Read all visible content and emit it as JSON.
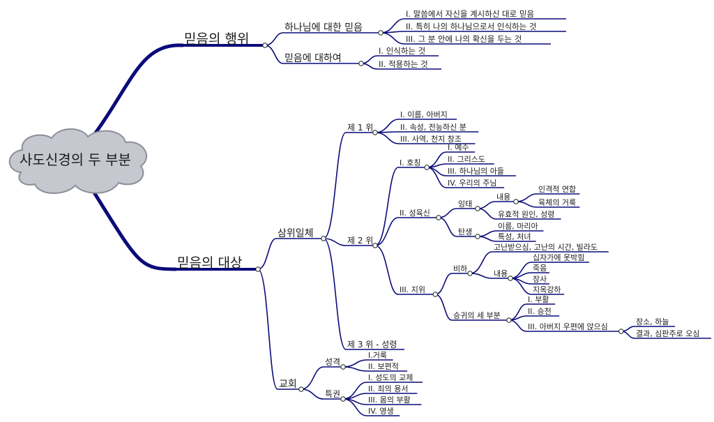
{
  "mindmap": {
    "root": "사도신경의 두 부분",
    "colors": {
      "branch": "#0a0a7a",
      "cloud_fill": "#c6c8d0",
      "cloud_stroke": "#8c8e98",
      "text": "#1a1a1a",
      "knot": "#ffffff"
    },
    "nodes": {
      "act": "믿음의 행위",
      "act_god": "하나님에 대한 믿음",
      "act_god_1": "I. 말씀에서 자신을 계시하신 대로 믿음",
      "act_god_2": "II. 특히 나의 하나님으로서 인식하는 것",
      "act_god_3": "III. 그 분 안에 나의 확신을 두는 것",
      "act_about": "믿음에 대하여",
      "act_about_1": "I. 인식하는 것",
      "act_about_2": "II. 적용하는 것",
      "obj": "믿음의 대상",
      "trinity": "삼위일체",
      "p1": "제 1 위",
      "p1_1": "I. 이름, 아버지",
      "p1_2": "II. 속성, 전능하신 분",
      "p1_3": "III. 사역, 천지 창조",
      "p2": "제 2 위",
      "title": "I. 호칭",
      "title_1": "I. 예수",
      "title_2": "II. 그리스도",
      "title_3": "III. 하나님의 아들",
      "title_4": "IV. 우리의 주님",
      "incarn": "II. 성육신",
      "concept": "잉태",
      "content_a": "내용",
      "content_a_1": "인격적 연합",
      "content_a_2": "육체의 거룩",
      "efficient": "유효적 원인, 성령",
      "birth": "탄생",
      "birth_1": "이름, 마리아",
      "birth_2": "특성, 처녀",
      "status": "III. 지위",
      "humil": "비하",
      "humil_1": "고난받으심, 고난의 시간, 빌라도",
      "content_b": "내용",
      "content_b_1": "십자가에 못박힘",
      "content_b_2": "죽음",
      "content_b_3": "장사",
      "content_b_4": "지옥강하",
      "exalt": "승귀의 세 부분",
      "exalt_1": "I. 부활",
      "exalt_2": "II. 승천",
      "exalt_3": "III. 아버지 우편에 앉으심",
      "exalt_3_1": "장소, 하늘",
      "exalt_3_2": "결과, 심판주로 오심",
      "p3": "제 3 위 - 성령",
      "church": "교회",
      "nature": "성격",
      "nature_1": "I.거룩",
      "nature_2": "II. 보편적",
      "privilege": "특권",
      "priv_1": "I. 성도의 교제",
      "priv_2": "II. 죄의 용서",
      "priv_3": "III. 몸의 부활",
      "priv_4": "IV. 영생"
    }
  }
}
